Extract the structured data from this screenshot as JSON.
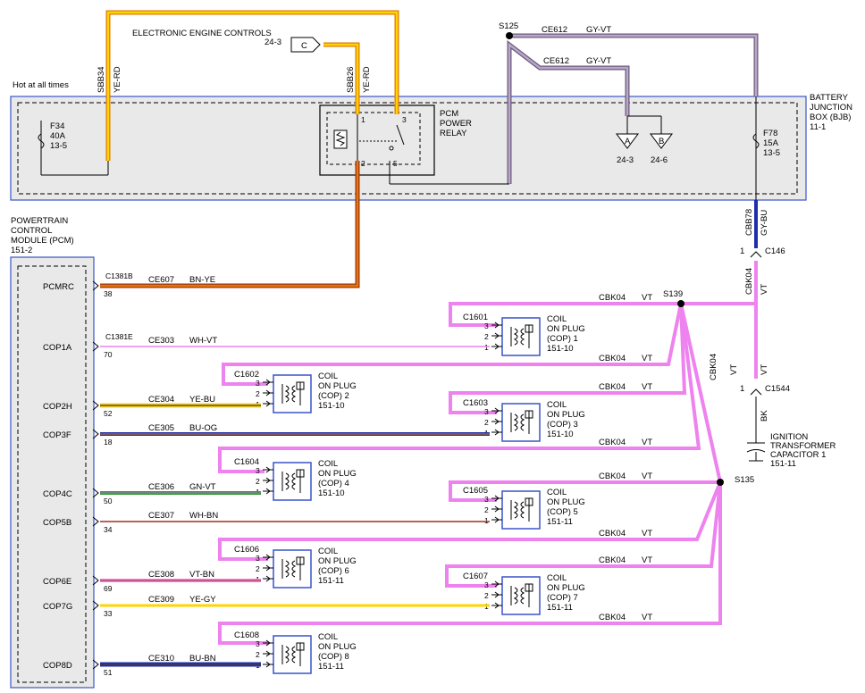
{
  "title": "ELECTRONIC ENGINE CONTROLS",
  "title_ref": "24-3",
  "connector_c": "C",
  "hot_at_all_times": "Hot at all times",
  "colors": {
    "pink": "#ee82ee",
    "gray_vt": "#9a86a6",
    "yellow": "#ffd400",
    "orange": "#e07a00",
    "red_brown": "#a0301a",
    "blue": "#1f2fa8",
    "green": "#2e9a2e",
    "box_fill": "#e9e9e9",
    "box_border": "#3a54c8"
  },
  "bjb": {
    "name": [
      "BATTERY",
      "JUNCTION",
      "BOX (BJB)"
    ],
    "ref": "11-1",
    "fuse_f34": [
      "F34",
      "40A",
      "13-5"
    ],
    "fuse_f78": [
      "F78",
      "15A",
      "13-5"
    ],
    "relay": [
      "PCM",
      "POWER",
      "RELAY"
    ],
    "relay_pins": [
      "1",
      "2",
      "3",
      "5"
    ]
  },
  "wires_top": {
    "sbb34": "SBB34",
    "sbb34_color": "YE-RD",
    "sbb26": "SBB26",
    "sbb26_color": "YE-RD",
    "s125": "S125",
    "ce612_a": "CE612",
    "ce612_a_color": "GY-VT",
    "ce612_b": "CE612",
    "ce612_b_color": "GY-VT",
    "ground_a": "A",
    "ground_a_ref": "24-3",
    "ground_b": "B",
    "ground_b_ref": "24-6"
  },
  "pcm": {
    "name": [
      "POWERTRAIN",
      "CONTROL",
      "MODULE (PCM)"
    ],
    "ref": "151-2",
    "pins": [
      {
        "label": "PCMRC",
        "connector": "C1381B",
        "pin": "38",
        "circuit": "CE607",
        "color": "BN-YE"
      },
      {
        "label": "COP1A",
        "connector": "C1381E",
        "pin": "70",
        "circuit": "CE303",
        "color": "WH-VT"
      },
      {
        "label": "COP2H",
        "connector": "",
        "pin": "52",
        "circuit": "CE304",
        "color": "YE-BU"
      },
      {
        "label": "COP3F",
        "connector": "",
        "pin": "18",
        "circuit": "CE305",
        "color": "BU-OG"
      },
      {
        "label": "COP4C",
        "connector": "",
        "pin": "50",
        "circuit": "CE306",
        "color": "GN-VT"
      },
      {
        "label": "COP5B",
        "connector": "",
        "pin": "34",
        "circuit": "CE307",
        "color": "WH-BN"
      },
      {
        "label": "COP6E",
        "connector": "",
        "pin": "69",
        "circuit": "CE308",
        "color": "VT-BN"
      },
      {
        "label": "COP7G",
        "connector": "",
        "pin": "33",
        "circuit": "CE309",
        "color": "YE-GY"
      },
      {
        "label": "COP8D",
        "connector": "",
        "pin": "51",
        "circuit": "CE310",
        "color": "BU-BN"
      }
    ]
  },
  "coils": [
    {
      "connector": "C1601",
      "name": [
        "COIL",
        "ON PLUG",
        "(COP) 1",
        "151-10"
      ]
    },
    {
      "connector": "C1602",
      "name": [
        "COIL",
        "ON PLUG",
        "(COP) 2",
        "151-10"
      ]
    },
    {
      "connector": "C1603",
      "name": [
        "COIL",
        "ON PLUG",
        "(COP) 3",
        "151-10"
      ]
    },
    {
      "connector": "C1604",
      "name": [
        "COIL",
        "ON PLUG",
        "(COP) 4",
        "151-10"
      ]
    },
    {
      "connector": "C1605",
      "name": [
        "COIL",
        "ON PLUG",
        "(COP) 5",
        "151-11"
      ]
    },
    {
      "connector": "C1606",
      "name": [
        "COIL",
        "ON PLUG",
        "(COP) 6",
        "151-11"
      ]
    },
    {
      "connector": "C1607",
      "name": [
        "COIL",
        "ON PLUG",
        "(COP) 7",
        "151-11"
      ]
    },
    {
      "connector": "C1608",
      "name": [
        "COIL",
        "ON PLUG",
        "(COP) 8",
        "151-11"
      ]
    }
  ],
  "coil_pins": [
    "1",
    "2",
    "3"
  ],
  "feed": {
    "cbb78": "CBB78",
    "cbb78_color": "GY-BU",
    "c146": "C146",
    "c146_pin": "1",
    "cbk04": "CBK04",
    "vt": "VT",
    "s139": "S139",
    "s135": "S135",
    "c1544": "C1544",
    "c1544_pin": "1",
    "bk": "BK",
    "capacitor": [
      "IGNITION",
      "TRANSFORMER",
      "CAPACITOR 1",
      "151-11"
    ]
  }
}
